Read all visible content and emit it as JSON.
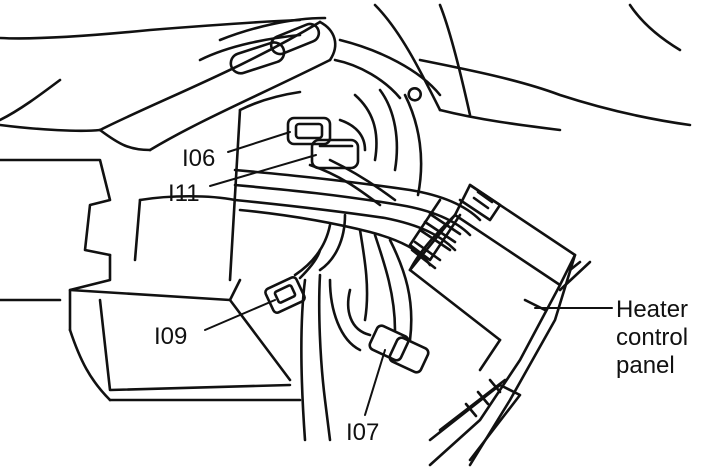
{
  "callouts": {
    "i06": "I06",
    "i11": "I11",
    "i09": "I09",
    "i07": "I07",
    "heater_line1": "Heater",
    "heater_line2": "control",
    "heater_line3": "panel"
  }
}
